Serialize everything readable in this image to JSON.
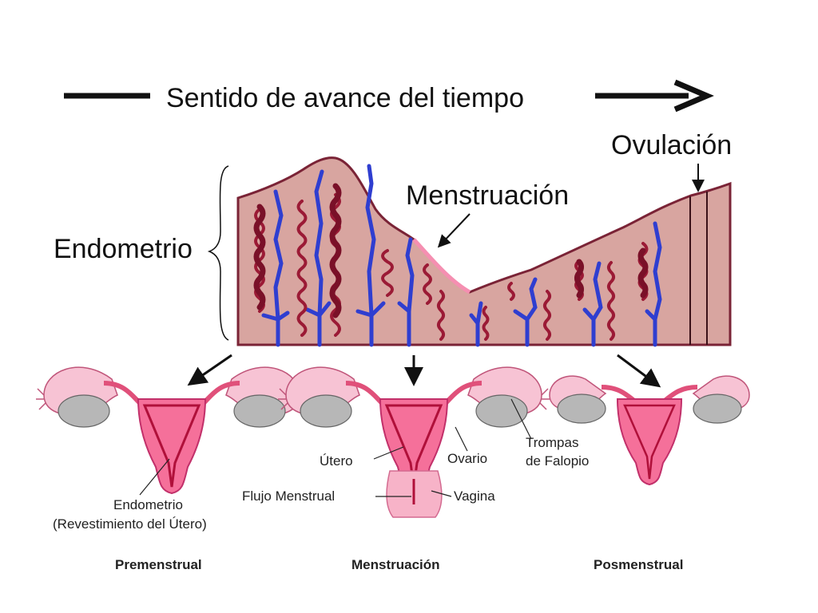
{
  "header": {
    "time_direction": "Sentido de avance del tiempo"
  },
  "top_labels": {
    "endometrium": "Endometrio",
    "menstruation": "Menstruación",
    "ovulation": "Ovulación"
  },
  "uterus_labels": {
    "endometrium_line1": "Endometrio",
    "endometrium_line2": "(Revestimiento del Útero)",
    "uterus": "Útero",
    "ovary": "Ovario",
    "fallopian_line1": "Trompas",
    "fallopian_line2": "de Falopio",
    "menstrual_flow": "Flujo Menstrual",
    "vagina": "Vagina"
  },
  "phases": [
    "Premenstrual",
    "Menstruación",
    "Posmenstrual"
  ],
  "colors": {
    "endometrium_fill": "#d8a5a0",
    "endometrium_edge": "#7a2336",
    "arteries": "#9b1a35",
    "veins": "#2f3ed0",
    "uterus_pink": "#f5709a",
    "ovary_gray": "#b7b7b7",
    "tube_pink": "#f7c3d4"
  }
}
